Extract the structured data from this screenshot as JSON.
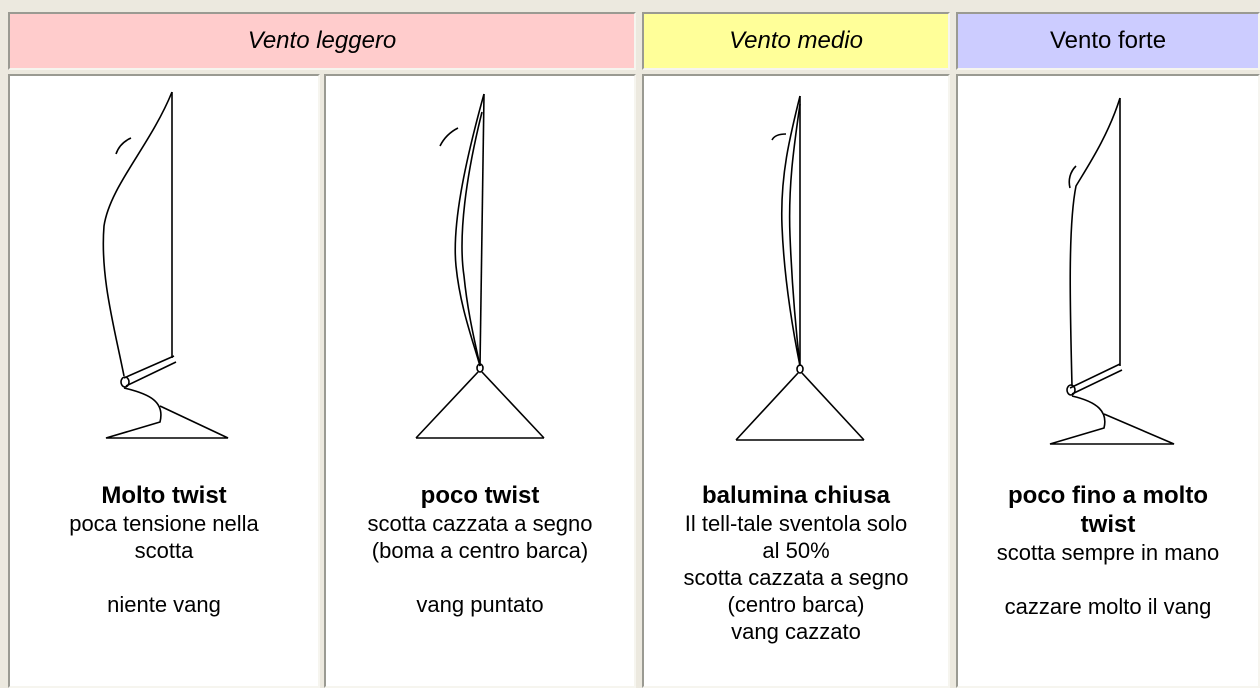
{
  "headers": [
    {
      "label": "Vento leggero",
      "italic": true,
      "color": "#ffcccc"
    },
    {
      "label": "Vento medio",
      "italic": true,
      "color": "#ffff99"
    },
    {
      "label": "Vento forte",
      "italic": false,
      "color": "#ccccff"
    }
  ],
  "columns": [
    {
      "title": "Molto twist",
      "lines": [
        "poca tensione nella",
        "scotta"
      ],
      "extra": [
        "niente vang"
      ]
    },
    {
      "title": "poco twist",
      "lines": [
        "scotta cazzata a segno",
        "(boma a centro barca)"
      ],
      "extra": [
        "vang puntato"
      ]
    },
    {
      "title": "balumina chiusa",
      "lines": [
        "Il tell-tale sventola solo",
        "al 50%",
        "scotta cazzata a segno",
        "(centro barca)",
        "vang cazzato"
      ],
      "extra": []
    },
    {
      "title_lines": [
        "poco fino a molto",
        "twist"
      ],
      "lines": [
        "scotta sempre in mano"
      ],
      "extra": [
        "cazzare molto il vang"
      ]
    }
  ]
}
